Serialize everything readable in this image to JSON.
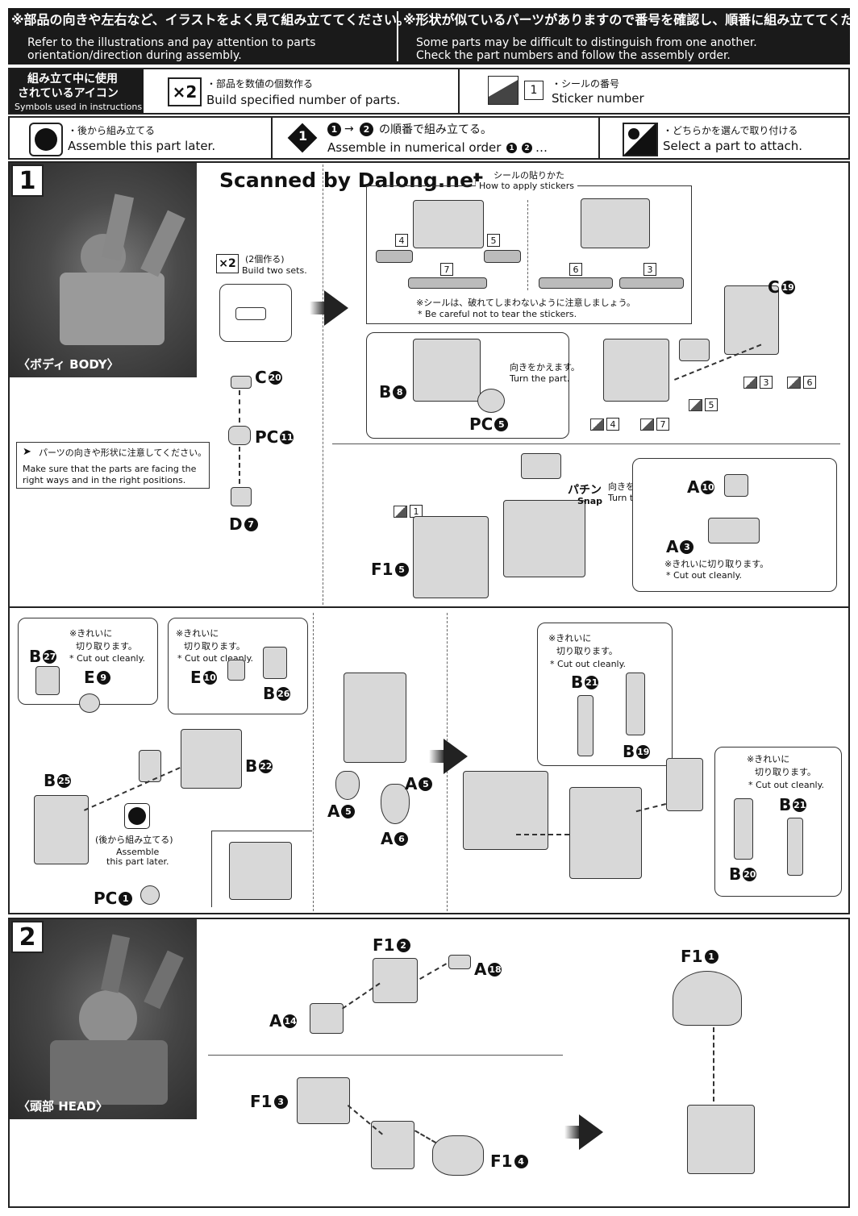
{
  "header": {
    "left_ja": "※部品の向きや左右など、イラストをよく見て組み立ててください。",
    "left_en_1": "Refer to the illustrations and pay attention to parts",
    "left_en_2": "orientation/direction during assembly.",
    "right_ja": "※形状が似ているパーツがありますので番号を確認し、順番に組み立ててください。",
    "right_en_1": "Some parts may be difficult to distinguish from one another.",
    "right_en_2": "Check the part numbers and follow the assembly order."
  },
  "legend": {
    "title_ja_1": "組み立て中に使用",
    "title_ja_2": "されているアイコン",
    "title_en": "Symbols used in instructions",
    "x2_icon": "×2",
    "x2_ja": "・部品を数値の個数作る",
    "x2_en": "Build specified number of parts.",
    "sticker_num": "1",
    "sticker_ja": "・シールの番号",
    "sticker_en": "Sticker number",
    "later_ja": "・後から組み立てる",
    "later_en": "Assemble this part later.",
    "order_ja": "の順番で組み立てる。",
    "order_en": "Assemble in numerical order",
    "order_suffix": "…",
    "select_ja": "・どちらかを選んで取り付ける",
    "select_en": "Select a part to attach."
  },
  "watermark": "Scanned by Dalong.net",
  "step1": {
    "number": "1",
    "photo_label": "〈ボディ BODY〉",
    "x2_icon": "×2",
    "x2_ja": "(2個作る)",
    "x2_en": "Build two sets.",
    "stickers_ja": "シールの貼りかた",
    "stickers_en": "How to apply stickers",
    "careful_ja": "※シールは、破れてしまわないように注意しましょう。",
    "careful_en": "* Be careful not to tear the stickers.",
    "turn_ja": "向きをかえます。",
    "turn_en": "Turn the part.",
    "facing_ja": "パーツの向きや形状に注意してください。",
    "facing_en_1": "Make sure that the parts are facing the",
    "facing_en_2": "right ways and in the right positions.",
    "snap_ja": "パチン",
    "snap_en": "Snap",
    "cut_ja_1": "※きれいに",
    "cut_ja_2": "切り取ります。",
    "cut_ja_full": "※きれいに切り取ります。",
    "cut_en": "* Cut out cleanly.",
    "later_ja": "(後から組み立てる)",
    "later_en_1": "Assemble",
    "later_en_2": "this part later."
  },
  "step2": {
    "number": "2",
    "photo_label": "〈頭部 HEAD〉"
  },
  "labels": {
    "c20": {
      "letter": "C",
      "num": "20"
    },
    "pc11": {
      "letter": "PC",
      "num": "11"
    },
    "d7": {
      "letter": "D",
      "num": "7"
    },
    "c19": {
      "letter": "C",
      "num": "19"
    },
    "b8": {
      "letter": "B",
      "num": "8"
    },
    "pc5": {
      "letter": "PC",
      "num": "5"
    },
    "f15": {
      "letter": "F1",
      "num": "5"
    },
    "a10": {
      "letter": "A",
      "num": "10"
    },
    "a3": {
      "letter": "A",
      "num": "3"
    },
    "b27": {
      "letter": "B",
      "num": "27"
    },
    "e9": {
      "letter": "E",
      "num": "9"
    },
    "e10": {
      "letter": "E",
      "num": "10"
    },
    "b26": {
      "letter": "B",
      "num": "26"
    },
    "b25": {
      "letter": "B",
      "num": "25"
    },
    "b22": {
      "letter": "B",
      "num": "22"
    },
    "pc1": {
      "letter": "PC",
      "num": "1"
    },
    "a5a": {
      "letter": "A",
      "num": "5"
    },
    "a5b": {
      "letter": "A",
      "num": "5"
    },
    "a6": {
      "letter": "A",
      "num": "6"
    },
    "b21a": {
      "letter": "B",
      "num": "21"
    },
    "b19": {
      "letter": "B",
      "num": "19"
    },
    "b21b": {
      "letter": "B",
      "num": "21"
    },
    "b20": {
      "letter": "B",
      "num": "20"
    },
    "f12": {
      "letter": "F1",
      "num": "2"
    },
    "a18": {
      "letter": "A",
      "num": "18"
    },
    "a14": {
      "letter": "A",
      "num": "14"
    },
    "f11": {
      "letter": "F1",
      "num": "1"
    },
    "f13": {
      "letter": "F1",
      "num": "3"
    },
    "f14": {
      "letter": "F1",
      "num": "4"
    }
  },
  "sticker_refs": {
    "s4": "4",
    "s5": "5",
    "s7": "7",
    "s6": "6",
    "s3": "3",
    "r3": "3",
    "r6": "6",
    "r5": "5",
    "r4": "4",
    "r7": "7",
    "r1": "1"
  }
}
